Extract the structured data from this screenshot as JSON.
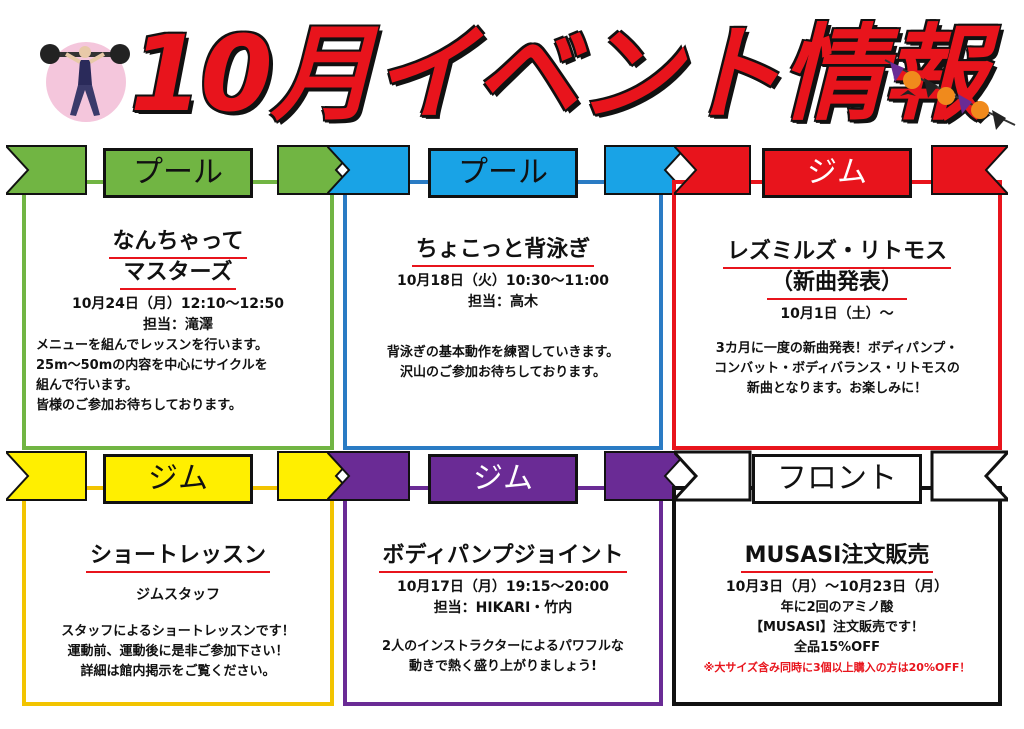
{
  "title": "10月イベント情報",
  "colors": {
    "green": "#71b543",
    "blue": "#19a3e6",
    "red": "#e8141c",
    "yellow": "#ffef00",
    "purple": "#6a2b95",
    "black": "#111111"
  },
  "cards": [
    {
      "tag": "プール",
      "title_lines": [
        "なんちゃって",
        "マスターズ"
      ],
      "date": "10月24日（月）12:10〜12:50",
      "staff": "担当：滝澤",
      "desc": [
        "メニューを組んでレッスンを行います。",
        "25m〜50mの内容を中心にサイクルを",
        "組んで行います。",
        "皆様のご参加お待ちしております。"
      ]
    },
    {
      "tag": "プール",
      "title": "ちょこっと背泳ぎ",
      "date": "10月18日（火）10:30〜11:00",
      "staff": "担当：高木",
      "desc": [
        "背泳ぎの基本動作を練習していきます。",
        "沢山のご参加お待ちしております。"
      ]
    },
    {
      "tag": "ジム",
      "title_lines": [
        "レズミルズ・リトモス",
        "（新曲発表）"
      ],
      "date": "10月1日（土）〜",
      "desc": [
        "3カ月に一度の新曲発表！ボディパンプ・",
        "コンバット・ボディバランス・リトモスの",
        "新曲となります。お楽しみに！"
      ]
    },
    {
      "tag": "ジム",
      "title": "ショートレッスン",
      "staff": "ジムスタッフ",
      "desc": [
        "スタッフによるショートレッスンです！",
        "運動前、運動後に是非ご参加下さい！",
        "詳細は館内掲示をご覧ください。"
      ]
    },
    {
      "tag": "ジム",
      "title": "ボディパンプジョイント",
      "date": "10月17日（月）19:15〜20:00",
      "staff": "担当：HIKARI・竹内",
      "desc": [
        "2人のインストラクターによるパワフルな",
        "動きで熱く盛り上がりましょう!"
      ]
    },
    {
      "tag": "フロント",
      "title": "MUSASI注文販売",
      "date": "10月3日（月）〜10月23日（月）",
      "desc": [
        "年に2回のアミノ酸",
        "【MUSASI】注文販売です！",
        "全品15%OFF"
      ],
      "note": "※大サイズ含み同時に3個以上購入の方は20%OFF！"
    }
  ]
}
